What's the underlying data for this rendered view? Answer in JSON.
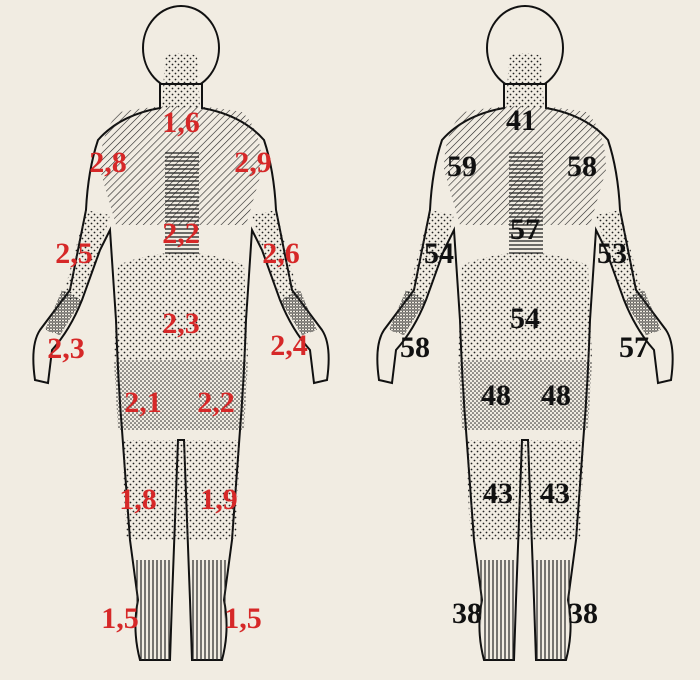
{
  "colors": {
    "background": "#f1ece2",
    "outline": "#111111",
    "left_labels": "#d62828",
    "right_labels": "#111111"
  },
  "figures": [
    {
      "id": "left",
      "label_color": "#d62828",
      "labels": {
        "neck": "1,6",
        "shoulder_left": "2,8",
        "shoulder_right": "2,9",
        "upper_arm_left": "2,5",
        "upper_arm_right": "2,6",
        "mid_back": "2,2",
        "lower_back": "2,3",
        "hand_left": "2,3",
        "hand_right": "2,4",
        "thigh_left": "2,1",
        "thigh_right": "2,2",
        "calf_left": "1,8",
        "calf_right": "1,9",
        "foot_left": "1,5",
        "foot_right": "1,5"
      }
    },
    {
      "id": "right",
      "label_color": "#111111",
      "labels": {
        "neck": "41",
        "shoulder_left": "59",
        "shoulder_right": "58",
        "upper_arm_left": "54",
        "upper_arm_right": "53",
        "mid_back": "57",
        "lower_back": "54",
        "hand_left": "58",
        "hand_right": "57",
        "thigh_left": "48",
        "thigh_right": "48",
        "calf_left": "43",
        "calf_right": "43",
        "foot_left": "38",
        "foot_right": "38"
      }
    }
  ]
}
